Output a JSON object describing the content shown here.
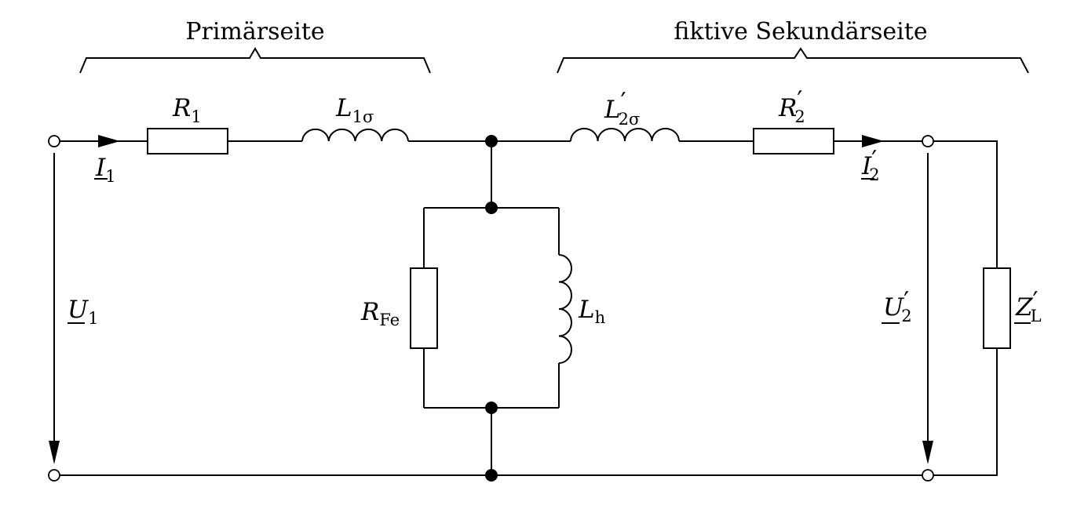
{
  "headings": {
    "primary": "Primärseite",
    "secondary": "fiktive Sekundärseite"
  },
  "labels": {
    "R1": {
      "main": "R",
      "sub": "1",
      "prime": ""
    },
    "L1s": {
      "main": "L",
      "sub": "1σ",
      "prime": ""
    },
    "L2s": {
      "main": "L",
      "sub": "2σ",
      "prime": "′"
    },
    "R2": {
      "main": "R",
      "sub": "2",
      "prime": "′"
    },
    "RFe": {
      "main": "R",
      "sub": "Fe",
      "prime": ""
    },
    "Lh": {
      "main": "L",
      "sub": "h",
      "prime": ""
    },
    "I1": {
      "main": "I",
      "sub": "1",
      "prime": ""
    },
    "I2": {
      "main": "I",
      "sub": "2",
      "prime": "′"
    },
    "U1": {
      "main": "U",
      "sub": "1",
      "prime": ""
    },
    "U2": {
      "main": "U",
      "sub": "2",
      "prime": "′"
    },
    "ZL": {
      "main": "Z",
      "sub": "L",
      "prime": "′"
    }
  }
}
